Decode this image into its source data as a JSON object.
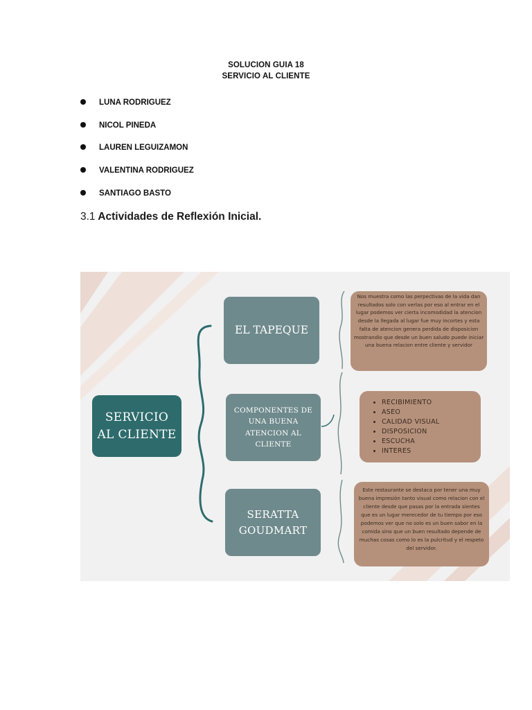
{
  "document": {
    "title_line1": "SOLUCION GUIA 18",
    "title_line2": "SERVICIO AL CLIENTE",
    "members": [
      "LUNA RODRIGUEZ",
      "NICOL PINEDA",
      "LAUREN LEGUIZAMON",
      "VALENTINA RODRIGUEZ",
      "SANTIAGO BASTO"
    ],
    "section_number": "3.1",
    "section_title": "Actividades de Reflexión Inicial."
  },
  "diagram": {
    "main_topic": "SERVICIO AL CLIENTE",
    "topics": [
      {
        "label": "EL TAPEQUE"
      },
      {
        "label": "COMPONENTES DE UNA BUENA ATENCION AL CLIENTE"
      },
      {
        "label": "SERATTA GOUDMART"
      }
    ],
    "notes": {
      "tapeque_text": "Nos muestra como las perpectivas de la vida dan resultados solo con verlas por eso al entrar en el lugar podemos ver cierta incomodidad la atencion desde la llegada al lugar fue muy incortes y esta falta de atencion genera perdida de disposicion mostrandio que desde un buen saludo puede iniciar una buena relacion entre cliente y servidor",
      "components": [
        "RECIBIMIENTO",
        "ASEO",
        "CALIDAD VISUAL",
        "DISPOSICION",
        "ESCUCHA",
        "INTERES"
      ],
      "seratta_text": "Este restaurante se destaca por tener una muy buena impresión tanto visual como relacion con el cliente desde que pasas por la entrada sientes que es un lugar merecedor de tu tiempo por eso podemos ver que no solo es un buen sabor en la comida sino que un buen resultado depende de muchas cosas como lo es la pulcritud y el respeto del servidor."
    },
    "colors": {
      "background": "#f1f1f1",
      "main_box": "#2e6b6c",
      "topic_box": "#6f8a8c",
      "note_box": "#b5917b",
      "connector": "#2e6b6c",
      "stripe": "#e8d6cf"
    }
  }
}
